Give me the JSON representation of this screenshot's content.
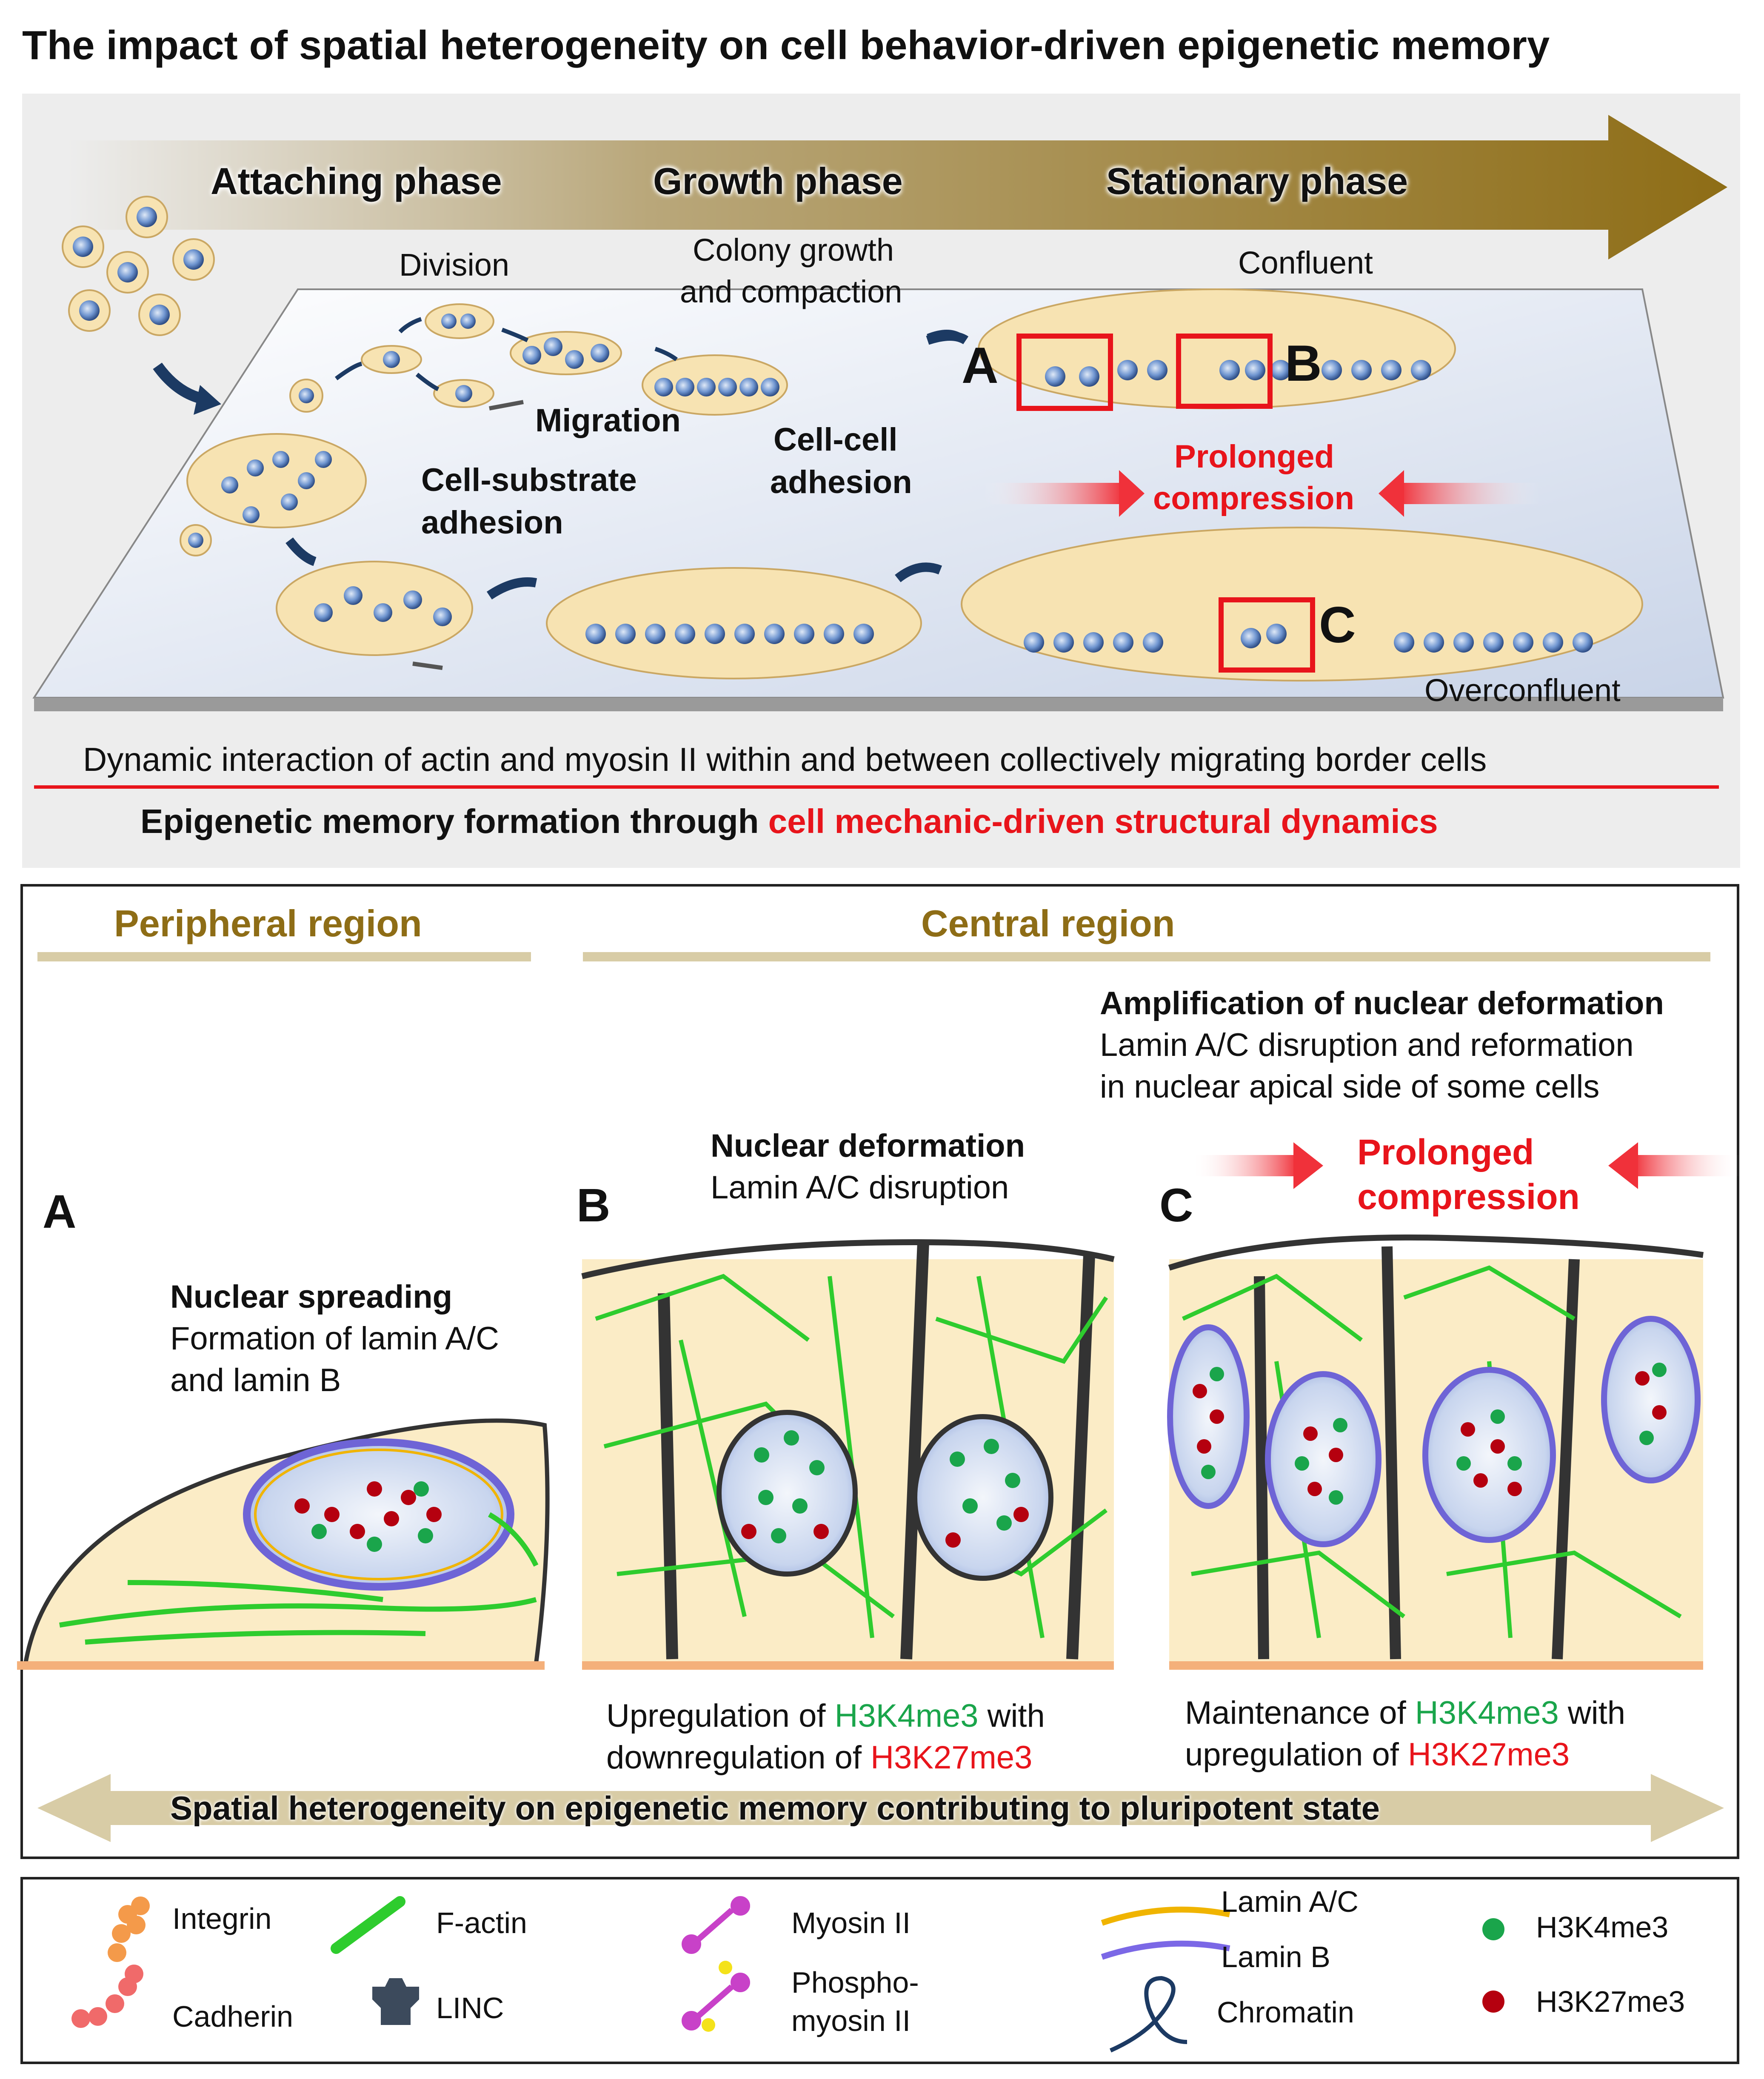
{
  "title": "The impact of spatial heterogeneity on cell behavior-driven epigenetic memory",
  "top_panel": {
    "phases": [
      "Attaching phase",
      "Growth phase",
      "Stationary phase"
    ],
    "labels": {
      "division": "Division",
      "colony_growth_1": "Colony growth",
      "colony_growth_2": "and compaction",
      "confluent": "Confluent",
      "migration": "Migration",
      "cell_substrate_1": "Cell-substrate",
      "cell_substrate_2": "adhesion",
      "cell_cell_1": "Cell-cell",
      "cell_cell_2": "adhesion",
      "prolonged_1": "Prolonged",
      "prolonged_2": "compression",
      "overconfluent": "Overconfluent",
      "box_a": "A",
      "box_b": "B",
      "box_c": "C"
    },
    "caption_line1": "Dynamic interaction of actin and myosin II within and between collectively migrating border cells",
    "caption_line2_black": "Epigenetic memory formation through ",
    "caption_line2_red": "cell mechanic-driven structural dynamics"
  },
  "middle_panel": {
    "peripheral_region": "Peripheral region",
    "central_region": "Central region",
    "amplification_title": "Amplification of nuclear deformation",
    "amplification_line1": "Lamin A/C disruption and reformation",
    "amplification_line2": "in nuclear apical side of some cells",
    "a_letter": "A",
    "a_title": "Nuclear spreading",
    "a_line1": "Formation of lamin A/C",
    "a_line2": "and lamin B",
    "b_letter": "B",
    "b_title": "Nuclear deformation",
    "b_line1": "Lamin A/C disruption",
    "c_letter": "C",
    "c_prolonged_1": "Prolonged",
    "c_prolonged_2": "compression",
    "b_caption_1a": "Upregulation of ",
    "b_caption_1b": "H3K4me3",
    "b_caption_1c": " with",
    "b_caption_2a": "downregulation of ",
    "b_caption_2b": "H3K27me3",
    "c_caption_1a": "Maintenance of ",
    "c_caption_1b": "H3K4me3",
    "c_caption_1c": " with",
    "c_caption_2a": "upregulation of ",
    "c_caption_2b": "H3K27me3",
    "bottom_arrow": "Spatial heterogeneity on epigenetic memory contributing to pluripotent state"
  },
  "legend": [
    {
      "label": "Integrin",
      "icon": "integrin-icon"
    },
    {
      "label": "Cadherin",
      "icon": "cadherin-icon"
    },
    {
      "label": "F-actin",
      "icon": "f-actin-icon"
    },
    {
      "label": "LINC",
      "icon": "linc-icon"
    },
    {
      "label": "Myosin II",
      "icon": "myosin-icon"
    },
    {
      "label": "Phospho-",
      "icon": "phospho-myosin-icon"
    },
    {
      "label": "myosin II",
      "icon": "phospho-myosin-icon"
    },
    {
      "label": "Lamin A/C",
      "icon": "lamin-ac-icon"
    },
    {
      "label": "Lamin B",
      "icon": "lamin-b-icon"
    },
    {
      "label": "Chromatin",
      "icon": "chromatin-icon"
    },
    {
      "label": "H3K4me3",
      "icon": "h3k4me3-dot-icon"
    },
    {
      "label": "H3K27me3",
      "icon": "h3k27me3-dot-icon"
    }
  ],
  "colors": {
    "olive": "#8e6d16",
    "red": "#e8141b",
    "green": "#1aa54b",
    "cell": "#f7e3b2",
    "nucleus": "#5b83c6",
    "tan": "#d8cca6"
  }
}
